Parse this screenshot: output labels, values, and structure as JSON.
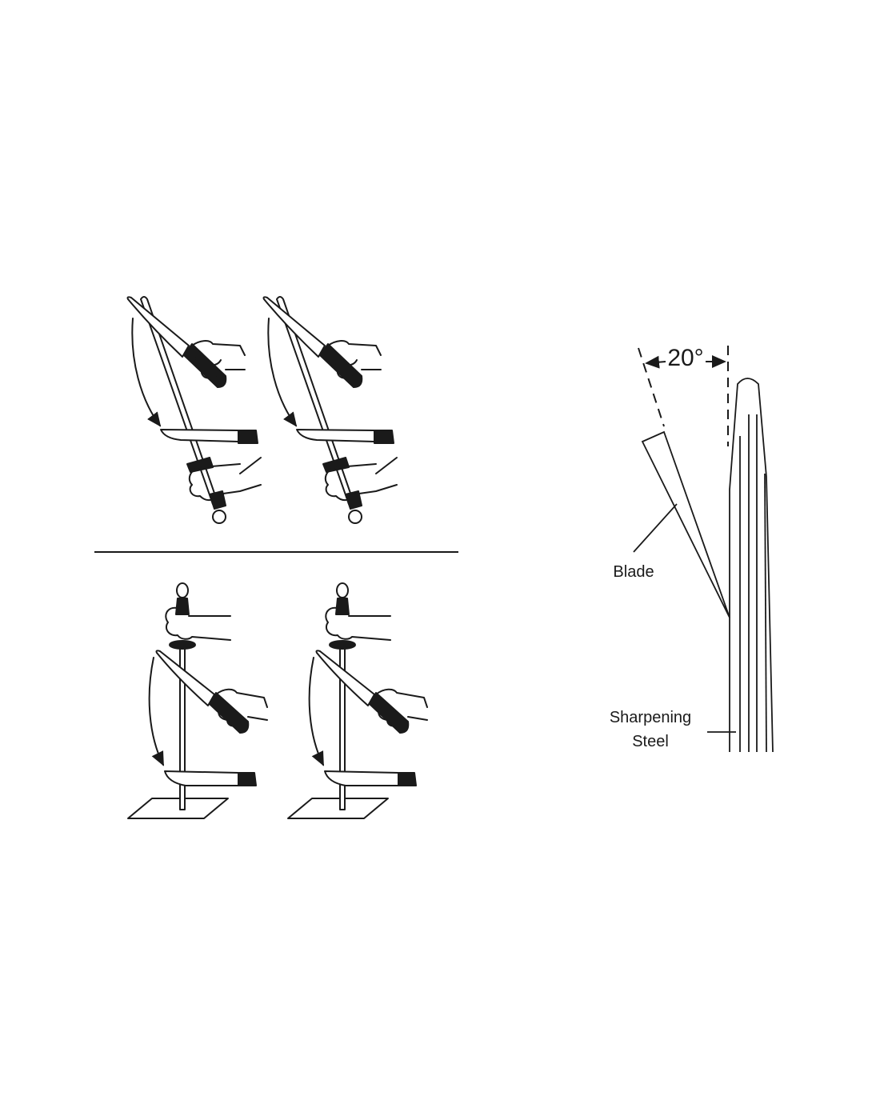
{
  "diagram": {
    "angle_label": "20°",
    "blade_label": "Blade",
    "steel_label_line1": "Sharpening",
    "steel_label_line2": "Steel",
    "colors": {
      "ink": "#1a1a1a",
      "background": "#ffffff"
    }
  }
}
